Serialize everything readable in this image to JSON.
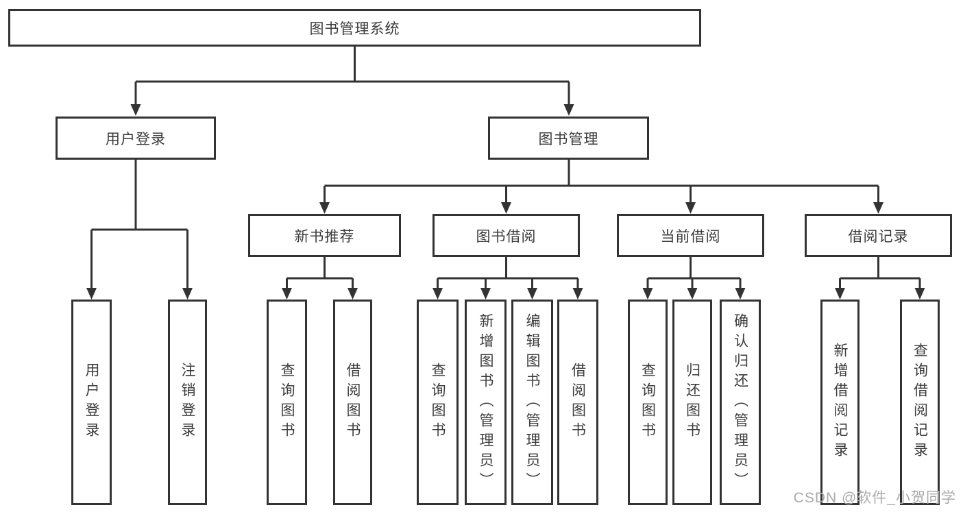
{
  "diagram": {
    "root": "图书管理系统",
    "level2": [
      "用户登录",
      "图书管理"
    ],
    "level3": [
      "新书推荐",
      "图书借阅",
      "当前借阅",
      "借阅记录"
    ],
    "leaves": {
      "user_login": [
        "用户登录",
        "注销登录"
      ],
      "new_book": [
        "查询图书",
        "借阅图书"
      ],
      "book_borrow": [
        "查询图书",
        "新增图书（管理员）",
        "编辑图书（管理员）",
        "借阅图书"
      ],
      "current_borrow": [
        "查询图书",
        "归还图书",
        "确认归还（管理员）"
      ],
      "borrow_record": [
        "新增借阅记录",
        "查询借阅记录"
      ]
    }
  },
  "watermark": "CSDN @软件_小贺同学",
  "colors": {
    "line": "#333333",
    "text": "#3b3b3b",
    "background": "#ffffff",
    "watermark": "#aaaaaa"
  }
}
